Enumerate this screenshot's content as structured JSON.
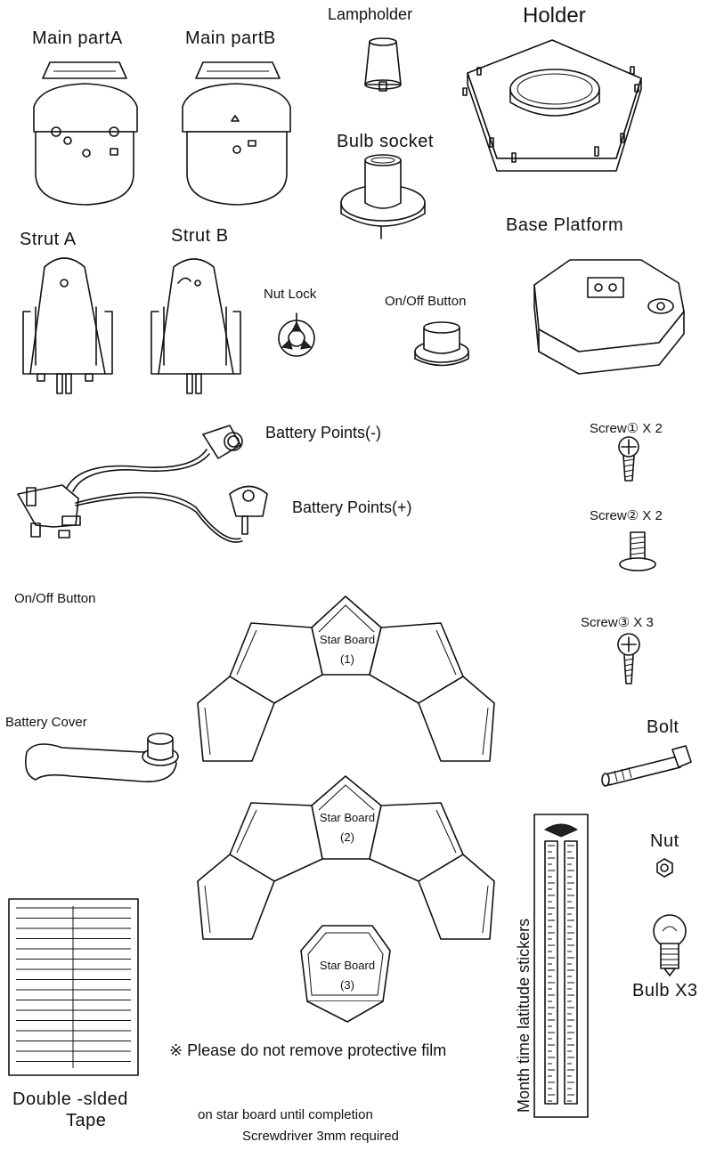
{
  "labels": {
    "main_part_a": "Main  partA",
    "main_part_b": "Main  partB",
    "lampholder": "Lampholder",
    "holder": "Holder",
    "bulb_socket": "Bulb socket",
    "strut_a": "Strut A",
    "strut_b": "Strut B",
    "nut_lock": "Nut Lock",
    "on_off_button_top": "On/Off Button",
    "base_platform": "Base Platform",
    "battery_points_neg": "Battery Points(-)",
    "battery_points_pos": "Battery Points(+)",
    "screw1": "Screw① X 2",
    "screw2": "Screw② X 2",
    "screw3": "Screw③ X 3",
    "on_off_button_left": "On/Off Button",
    "battery_cover": "Battery Cover",
    "bolt": "Bolt",
    "nut": "Nut",
    "bulb": "Bulb X3",
    "star_board_1_title": "Star Board",
    "star_board_1_num": "(1)",
    "star_board_2_title": "Star  Board",
    "star_board_2_num": "(2)",
    "star_board_3_title": "Star  Board",
    "star_board_3_num": "(3)",
    "stickers": "Month time latitude stickers",
    "tape_line1": "Double -slded",
    "tape_line2": "Tape",
    "note_line1": "※ Please do not remove protective film",
    "note_line2": "on star board until completion",
    "note_line3": "Screwdriver 3mm required"
  }
}
